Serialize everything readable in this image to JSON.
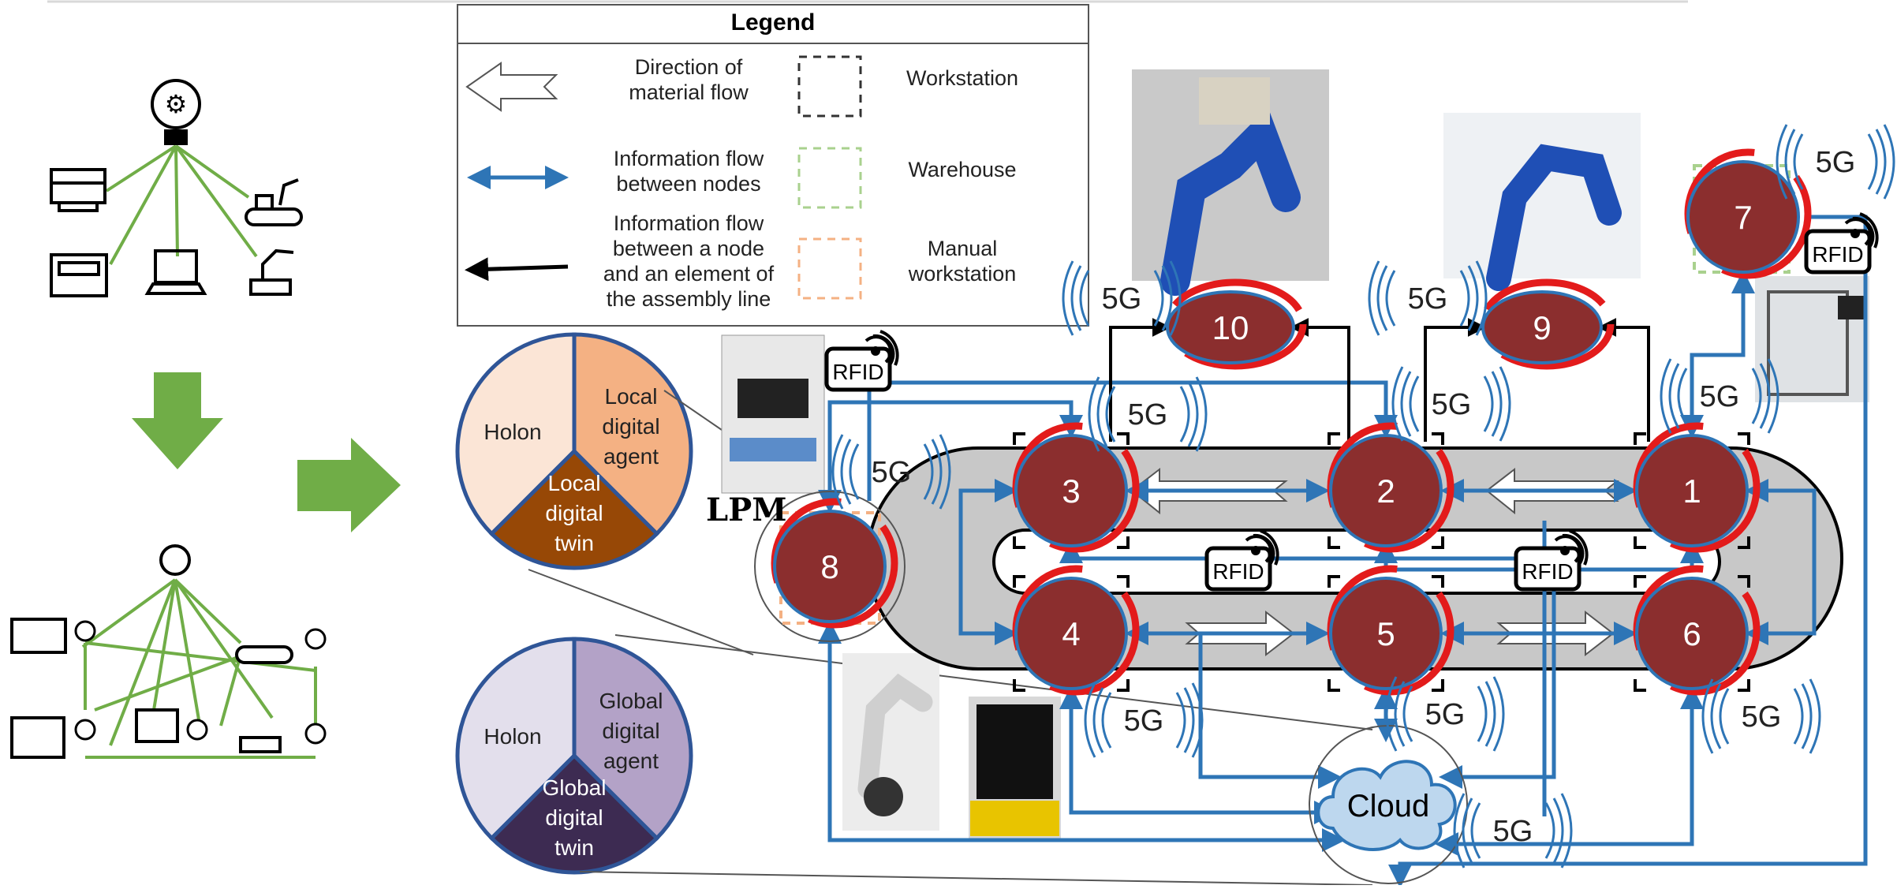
{
  "legend": {
    "title": "Legend",
    "items": [
      {
        "text": "Direction of|material flow"
      },
      {
        "text": "Information flow|between nodes"
      },
      {
        "text": "Information flow|between a node|and an element of|the assembly line"
      },
      {
        "text": "Workstation"
      },
      {
        "text": "Warehouse"
      },
      {
        "text": "Manual|workstation"
      }
    ]
  },
  "local_pie": {
    "labels": [
      "Holon",
      "Local|digital|agent",
      "Local|digital|twin"
    ],
    "colors": [
      "#fbe5d6",
      "#f4b183",
      "#974806"
    ]
  },
  "global_pie": {
    "labels": [
      "Holon",
      "Global|digital|agent",
      "Global|digital|twin"
    ],
    "colors": [
      "#e3dfec",
      "#b3a2c7",
      "#3d2b52"
    ]
  },
  "nodes": [
    "1",
    "2",
    "3",
    "4",
    "5",
    "6",
    "7",
    "8",
    "9",
    "10"
  ],
  "badges": {
    "fiveg": "5G",
    "rfid": "RFID"
  },
  "lpm_label": "LPM",
  "cloud_label": "Cloud",
  "colors": {
    "node_fill": "#8b2e2e",
    "node_ring": "#e31b1b",
    "arrow_blue": "#2e75b6",
    "green_arrow": "#70ad47",
    "track_gray": "#c8c8c8"
  }
}
